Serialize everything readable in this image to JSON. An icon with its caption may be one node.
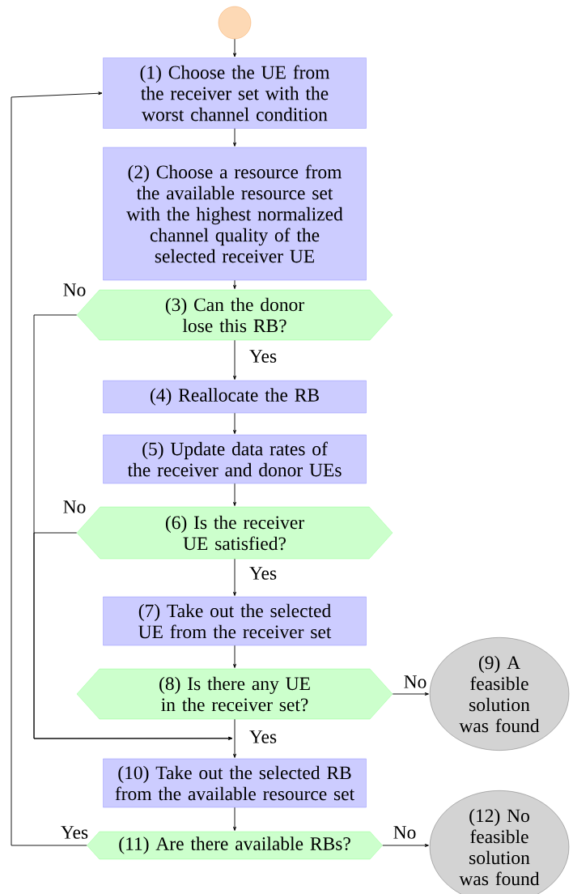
{
  "diagram": {
    "nodes": [
      {
        "text": [],
        "shape": "circle"
      },
      {
        "text": [
          "(1) Choose the UE from the receiver set with the worst channel condition"
        ]
      },
      {
        "text": [
          "(2) Choose a resource from the available resource set with the highest normalized channel quality of the selected receiver UE"
        ]
      },
      {
        "text": [
          "(3) Can the donor lose this RB?"
        ]
      },
      {
        "text": [
          "(4) Reallocate the RB"
        ]
      },
      {
        "text": [
          "(5) Update data rates of the receiver and donor UEs"
        ]
      },
      {
        "text": [
          "(6) Is the receiver UE satisfied?"
        ]
      },
      {
        "text": [
          "(7) Take out the selected UE from the receiver set"
        ]
      },
      {
        "text": [
          "(8) Is there any UE in the receiver set?"
        ]
      },
      {
        "text": [
          "(9) A feasible solution was found"
        ]
      },
      {
        "text": [
          "(10) Take out the selected RB from the available resource set"
        ]
      },
      {
        "text": [
          "(11) Are there available RBs?"
        ]
      },
      {
        "text": [
          "(12) No feasible solution was found"
        ]
      }
    ],
    "edges": [
      {
        "from": 0,
        "to": 1,
        "arrow": "to"
      },
      {
        "from": 1,
        "to": 2,
        "arrow": "to"
      },
      {
        "from": 2,
        "to": 3,
        "arrow": "to"
      },
      {
        "from": 3,
        "to": 4,
        "arrow": "to",
        "label": "Yes"
      },
      {
        "from": 4,
        "to": 5,
        "arrow": "to"
      },
      {
        "from": 5,
        "to": 6,
        "arrow": "to"
      },
      {
        "from": 6,
        "to": 7,
        "arrow": "to",
        "label": "Yes"
      },
      {
        "from": 7,
        "to": 8,
        "arrow": "to"
      },
      {
        "from": 8,
        "to": 9,
        "arrow": "to",
        "label": "No"
      },
      {
        "from": 8,
        "to": 10,
        "arrow": "to",
        "label": "Yes"
      },
      {
        "from": 3,
        "to": 10,
        "arrow": "to",
        "label": "No"
      },
      {
        "from": 6,
        "to": 10,
        "arrow": "to",
        "label": "No"
      },
      {
        "from": 10,
        "to": 11,
        "arrow": "to"
      },
      {
        "from": 11,
        "to": 12,
        "arrow": "to",
        "label": "No"
      },
      {
        "from": 11,
        "to": 1,
        "arrow": "to",
        "label": "Yes"
      }
    ]
  }
}
